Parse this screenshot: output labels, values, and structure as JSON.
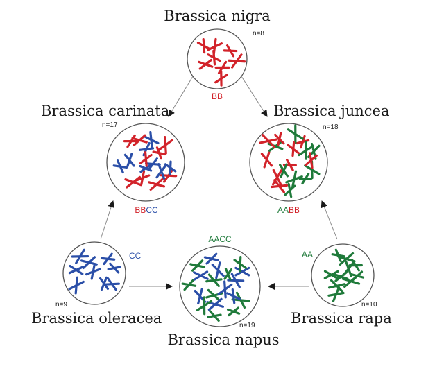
{
  "colors": {
    "genome_B": "#d2232a",
    "genome_C": "#2b4fa8",
    "genome_A": "#1f7a3a",
    "cell_outline": "#555555",
    "arrow": "#888888"
  },
  "nodes": {
    "nigra": {
      "name": "Brassica nigra",
      "count": "n=8",
      "genome": [
        {
          "text": "BB",
          "color": "genome_B"
        }
      ],
      "chromosome_colors": [
        "genome_B"
      ],
      "chromosome_count": 8
    },
    "carinata": {
      "name": "Brassica carinata",
      "count": "n=17",
      "genome": [
        {
          "text": "BB",
          "color": "genome_B"
        },
        {
          "text": "CC",
          "color": "genome_C"
        }
      ],
      "chromosome_colors": [
        "genome_B",
        "genome_C"
      ],
      "chromosome_count": 17
    },
    "juncea": {
      "name": "Brassica juncea",
      "count": "n=18",
      "genome": [
        {
          "text": "AA",
          "color": "genome_A"
        },
        {
          "text": "BB",
          "color": "genome_B"
        }
      ],
      "chromosome_colors": [
        "genome_A",
        "genome_B"
      ],
      "chromosome_count": 18
    },
    "oleracea": {
      "name": "Brassica oleracea",
      "count": "n=9",
      "genome": [
        {
          "text": "CC",
          "color": "genome_C"
        }
      ],
      "chromosome_colors": [
        "genome_C"
      ],
      "chromosome_count": 9
    },
    "napus": {
      "name": "Brassica napus",
      "count": "n=19",
      "genome": [
        {
          "text": "AA",
          "color": "genome_A"
        },
        {
          "text": "CC",
          "color": "genome_A"
        }
      ],
      "chromosome_colors": [
        "genome_A",
        "genome_C"
      ],
      "chromosome_count": 19
    },
    "rapa": {
      "name": "Brassica rapa",
      "count": "n=10",
      "genome": [
        {
          "text": "AA",
          "color": "genome_A"
        }
      ],
      "chromosome_colors": [
        "genome_A"
      ],
      "chromosome_count": 10
    }
  },
  "edges": [
    {
      "from": "nigra",
      "to": "carinata"
    },
    {
      "from": "nigra",
      "to": "juncea"
    },
    {
      "from": "oleracea",
      "to": "carinata"
    },
    {
      "from": "oleracea",
      "to": "napus"
    },
    {
      "from": "rapa",
      "to": "juncea"
    },
    {
      "from": "rapa",
      "to": "napus"
    }
  ]
}
